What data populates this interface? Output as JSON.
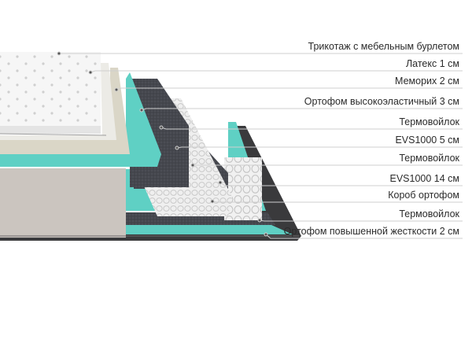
{
  "layers": [
    {
      "label": "Трикотаж с мебельным бурлетом"
    },
    {
      "label": "Латекс 1 см"
    },
    {
      "label": "Мемориx 2 см"
    },
    {
      "label": "Ортофом высокоэластичный 3 см"
    },
    {
      "label": "Термовойлок"
    },
    {
      "label": "EVS1000 5 см"
    },
    {
      "label": "Термовойлок"
    },
    {
      "label": "EVS1000 14 см"
    },
    {
      "label": "Короб ортофом"
    },
    {
      "label": "Термовойлок"
    },
    {
      "label": "Ортофом повышенной жесткости 2 см"
    }
  ],
  "colors": {
    "quilt": "#f4f4f4",
    "latex": "#e6e2d6",
    "memory": "#d9d5c6",
    "ortofom": "#5fd0c4",
    "felt": "#3f4148",
    "springs": "#e9e9e9",
    "box": "#5fcfc3",
    "base": "#c9c3bd",
    "line": "#d0d0d0"
  }
}
